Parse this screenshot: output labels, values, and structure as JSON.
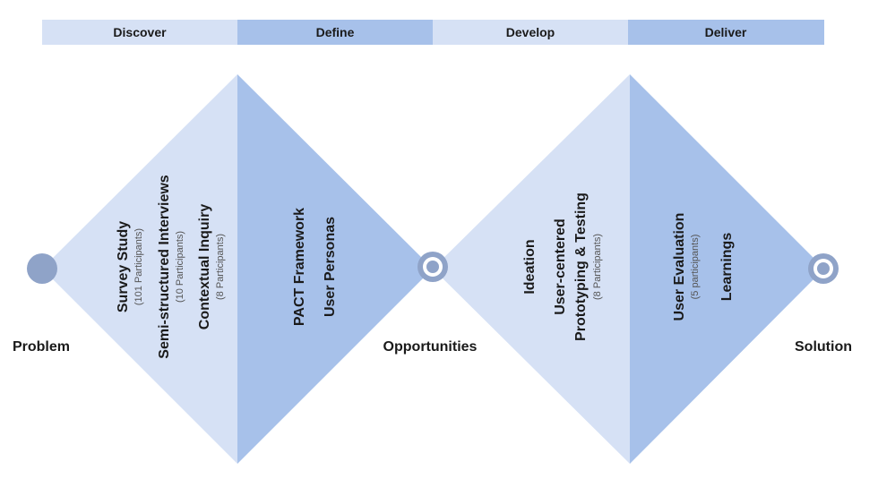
{
  "colors": {
    "light": "#d6e1f5",
    "medium": "#a7c1ea",
    "start_circle": "#8fa3c8",
    "target_ring": "#ffffff"
  },
  "phases": [
    {
      "label": "Discover"
    },
    {
      "label": "Define"
    },
    {
      "label": "Develop"
    },
    {
      "label": "Deliver"
    }
  ],
  "endpoints": {
    "problem": "Problem",
    "opportunities": "Opportunities",
    "solution": "Solution"
  },
  "activities": {
    "discover": [
      {
        "title": "Survey Study",
        "detail": "(101 Participants)"
      },
      {
        "title": "Semi-structured Interviews",
        "detail": "(10 Participants)"
      },
      {
        "title": "Contextual Inquiry",
        "detail": "(8 Participants)"
      }
    ],
    "define": [
      {
        "title": "PACT Framework"
      },
      {
        "title": "User Personas"
      }
    ],
    "develop": [
      {
        "title": "Ideation"
      },
      {
        "title": "User-centered"
      },
      {
        "title": "Prototyping & Testing",
        "detail": "(8 Participants)"
      }
    ],
    "deliver": [
      {
        "title": "User Evaluation",
        "detail": "(5 participants)"
      },
      {
        "title": "Learnings"
      }
    ]
  },
  "icons": {
    "start": "filled-circle-icon",
    "midpoint": "target-icon",
    "end": "target-icon"
  }
}
